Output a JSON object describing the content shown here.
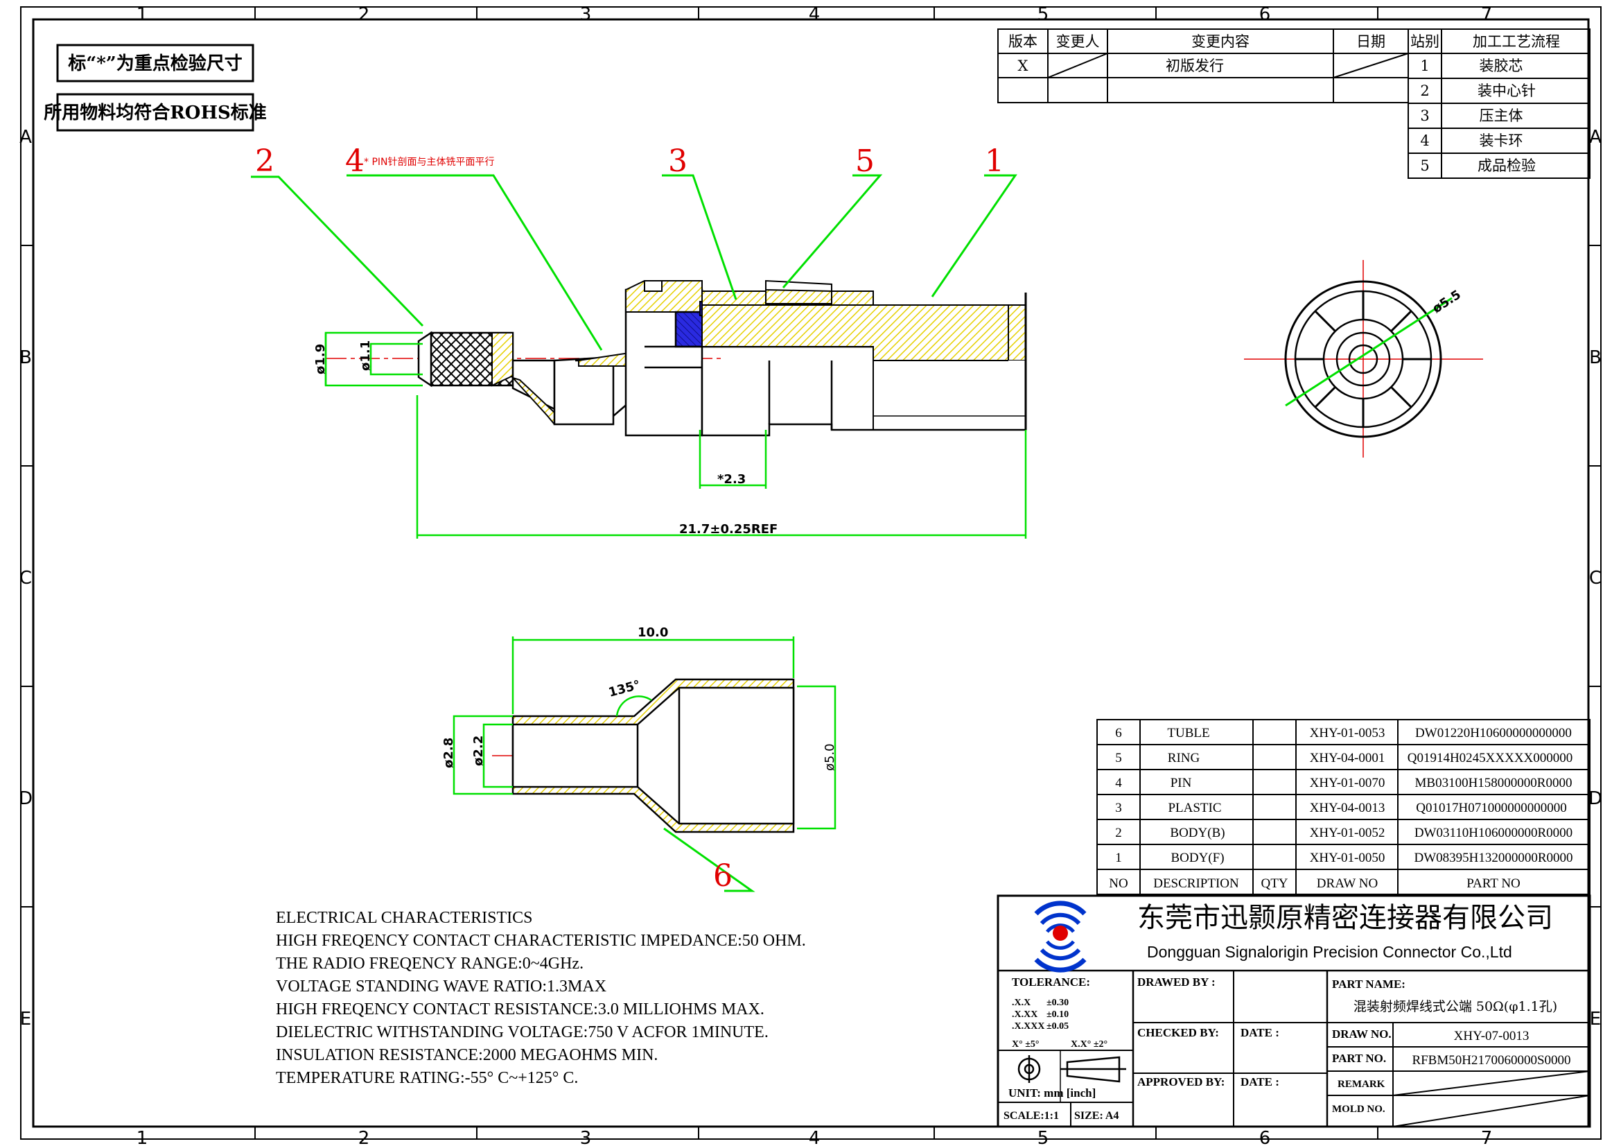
{
  "frame": {
    "columns": [
      "1",
      "2",
      "3",
      "4",
      "5",
      "6",
      "7"
    ],
    "rows": [
      "A",
      "B",
      "C",
      "D",
      "E"
    ]
  },
  "notes": {
    "key_dims": "标“*”为重点检验尺寸",
    "rohs": "所用物料均符合ROHS标准"
  },
  "revision_table": {
    "headers": [
      "版本",
      "变更人",
      "变更内容",
      "日期"
    ],
    "row": {
      "version": "X",
      "content": "初版发行"
    }
  },
  "process_table": {
    "headers": [
      "站别",
      "加工工艺流程"
    ],
    "rows": [
      {
        "no": "1",
        "step": "装胶芯"
      },
      {
        "no": "2",
        "step": "装中心针"
      },
      {
        "no": "3",
        "step": "压主体"
      },
      {
        "no": "4",
        "step": "装卡环"
      },
      {
        "no": "5",
        "step": "成品检验"
      }
    ]
  },
  "callouts": {
    "c1": "1",
    "c2": "2",
    "c3": "3",
    "c4": "4",
    "c5": "5",
    "c6": "6",
    "pin_note": "* PIN针剖面与主体铣平面平行"
  },
  "dimensions": {
    "d_1_9": "ø1.9",
    "d_1_1": "ø1.1",
    "d_2_3": "*2.3",
    "overall": "21.7±0.25REF",
    "d_5_5": "ø5.5",
    "tube_len": "10.0",
    "angle": "135°",
    "d_2_8": "ø2.8",
    "d_2_2": "ø2.2",
    "d_5_0": "ø5.0"
  },
  "bom": {
    "headers": {
      "no": "NO",
      "description": "DESCRIPTION",
      "qty": "QTY",
      "draw_no": "DRAW NO",
      "part_no": "PART NO"
    },
    "rows": [
      {
        "no": "6",
        "description": "TUBLE",
        "qty": "",
        "draw_no": "XHY-01-0053",
        "part_no": "DW01220H10600000000000"
      },
      {
        "no": "5",
        "description": "RING",
        "qty": "",
        "draw_no": "XHY-04-0001",
        "part_no": "Q01914H0245XXXXX000000"
      },
      {
        "no": "4",
        "description": "PIN",
        "qty": "",
        "draw_no": "XHY-01-0070",
        "part_no": "MB03100H158000000R0000"
      },
      {
        "no": "3",
        "description": "PLASTIC",
        "qty": "",
        "draw_no": "XHY-04-0013",
        "part_no": "Q01017H071000000000000"
      },
      {
        "no": "2",
        "description": "BODY(B)",
        "qty": "",
        "draw_no": "XHY-01-0052",
        "part_no": "DW03110H106000000R0000"
      },
      {
        "no": "1",
        "description": "BODY(F)",
        "qty": "",
        "draw_no": "XHY-01-0050",
        "part_no": "DW08395H132000000R0000"
      }
    ]
  },
  "electrical": {
    "title": "ELECTRICAL CHARACTERISTICS",
    "lines": [
      "HIGH FREQENCY CONTACT CHARACTERISTIC IMPEDANCE:50 OHM.",
      "THE RADIO FREQENCY RANGE:0~4GHz.",
      "VOLTAGE STANDING WAVE RATIO:1.3MAX",
      "HIGH FREQENCY CONTACT RESISTANCE:3.0 MILLIOHMS MAX.",
      "DIELECTRIC WITHSTANDING VOLTAGE:750 V ACFOR 1MINUTE.",
      "INSULATION RESISTANCE:2000 MEGAOHMS MIN.",
      "TEMPERATURE RATING:-55° C~+125° C."
    ]
  },
  "title_block": {
    "company_cn": "东莞市迅颢原精密连接器有限公司",
    "company_en": "Dongguan Signalorigin Precision Connector Co.,Ltd",
    "tolerance_label": "TOLERANCE:",
    "tol_1": ".X.X",
    "tol_1v": "±0.30",
    "tol_2": ".X.XX",
    "tol_2v": "±0.10",
    "tol_3": ".X.XXX",
    "tol_3v": "±0.05",
    "tol_ang1": "X° ±5°",
    "tol_ang2": "X.X° ±2°",
    "unit": "UNIT: mm [inch]",
    "scale": "SCALE:1:1",
    "size": "SIZE: A4",
    "drawed_by": "DRAWED BY :",
    "checked_by": "CHECKED BY:",
    "approved_by": "APPROVED BY:",
    "date1": "DATE :",
    "date2": "DATE :",
    "part_name_label": "PART NAME:",
    "part_name": "混装射频焊线式公端 50Ω(φ1.1孔)",
    "draw_no_label": "DRAW NO.",
    "draw_no": "XHY-07-0013",
    "part_no_label": "PART NO.",
    "part_no": "RFBM50H2170060000S0000",
    "remark_label": "REMARK",
    "mold_no_label": "MOLD NO."
  },
  "colors": {
    "line": "#000000",
    "leader": "#00e000",
    "callout": "#e00000",
    "hatch": "#e6d000",
    "insulator": "#1c1ccc",
    "logo_blue": "#0033cc",
    "logo_red": "#e00000"
  }
}
